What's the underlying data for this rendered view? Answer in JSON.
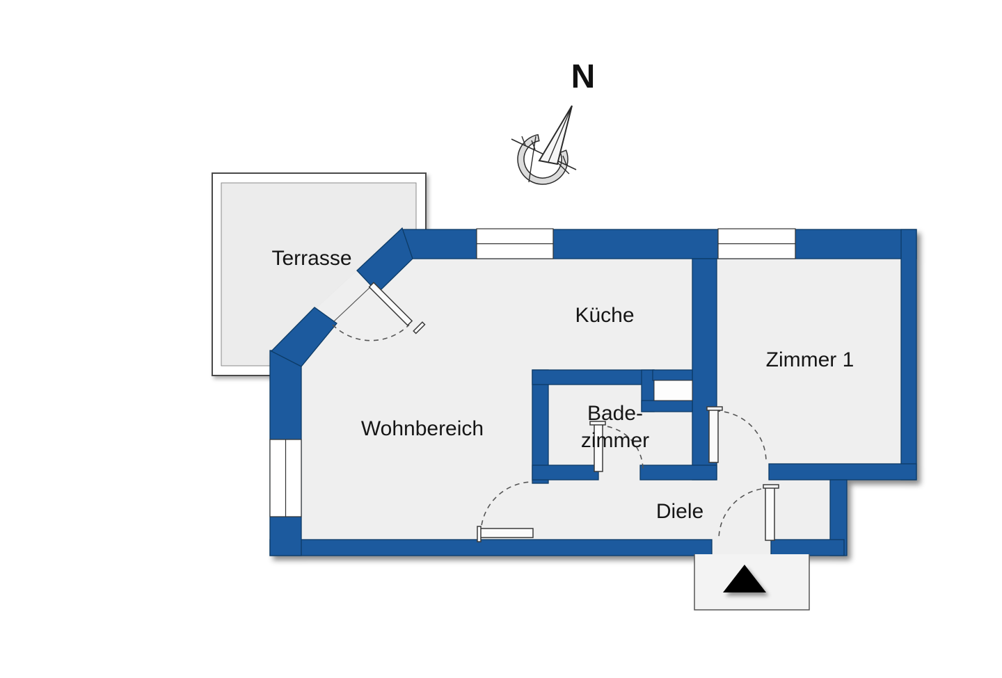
{
  "compass": {
    "north_label": "N",
    "icon": "compass-needle-icon"
  },
  "rooms": {
    "terrasse": {
      "label": "Terrasse"
    },
    "kueche": {
      "label": "Küche"
    },
    "zimmer1": {
      "label": "Zimmer 1"
    },
    "wohnbereich": {
      "label": "Wohnbereich"
    },
    "badezimmer": {
      "line1": "Bade-",
      "line2": "zimmer"
    },
    "diele": {
      "label": "Diele"
    }
  },
  "icons": {
    "entrance_arrow": "black-triangle-up-entrance-marker"
  },
  "colors": {
    "wall": "#1a5a9e",
    "wall_edge": "#0d3a66",
    "floor": "#efefef",
    "terrace": "#ececec",
    "text": "#161616"
  }
}
